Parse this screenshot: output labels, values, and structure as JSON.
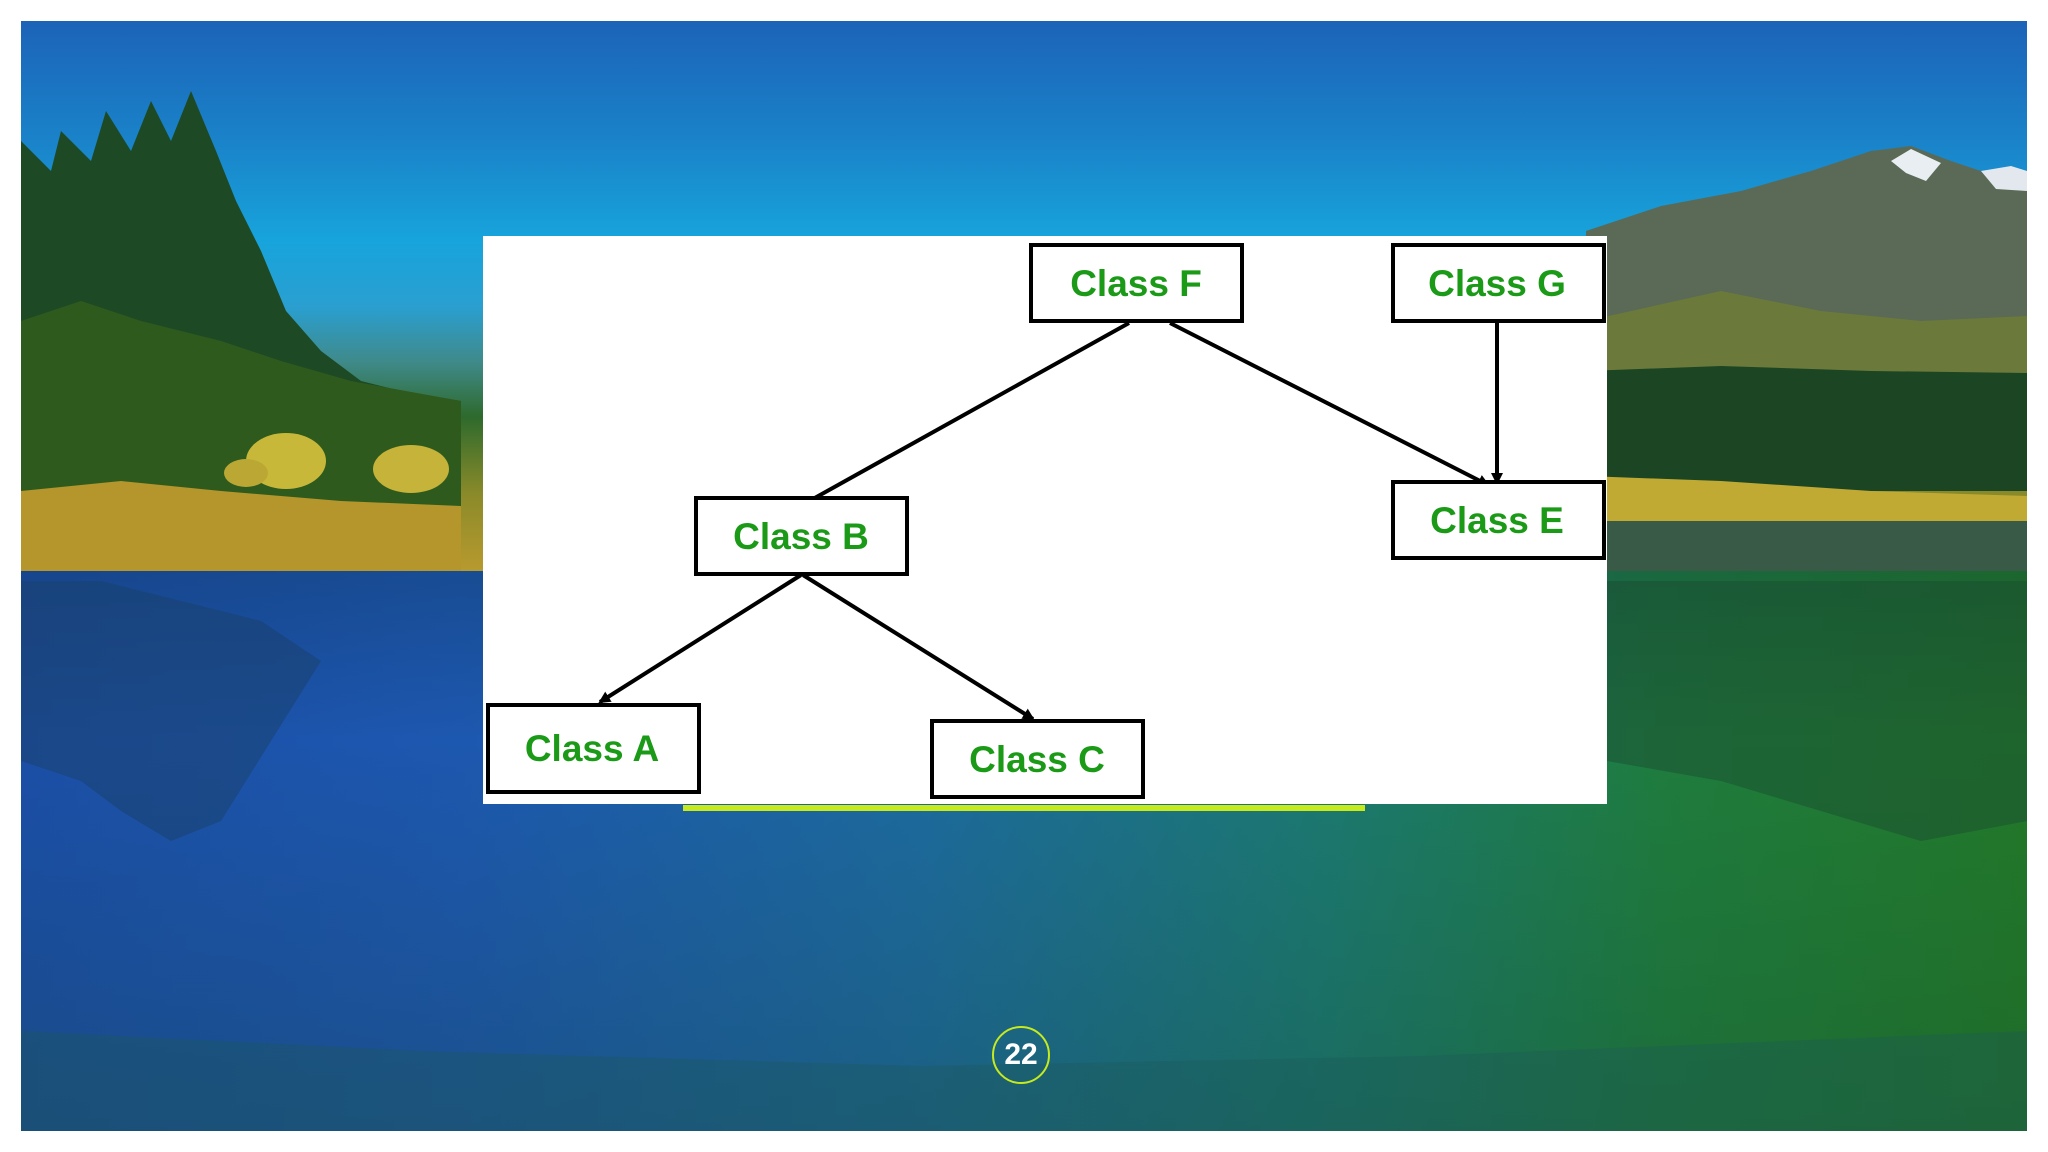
{
  "slide": {
    "page_number": "22",
    "colors": {
      "node_text": "#1b9a17",
      "node_border": "#000000",
      "arrow": "#000000",
      "accent_line": "#c6ea1e"
    }
  },
  "diagram": {
    "nodes": {
      "f": "Class F",
      "g": "Class G",
      "b": "Class B",
      "e": "Class E",
      "a": "Class A",
      "c": "Class C"
    },
    "edges": [
      {
        "from": "Class F",
        "to": "Class B"
      },
      {
        "from": "Class F",
        "to": "Class E"
      },
      {
        "from": "Class G",
        "to": "Class E"
      },
      {
        "from": "Class B",
        "to": "Class A"
      },
      {
        "from": "Class B",
        "to": "Class C"
      }
    ]
  }
}
